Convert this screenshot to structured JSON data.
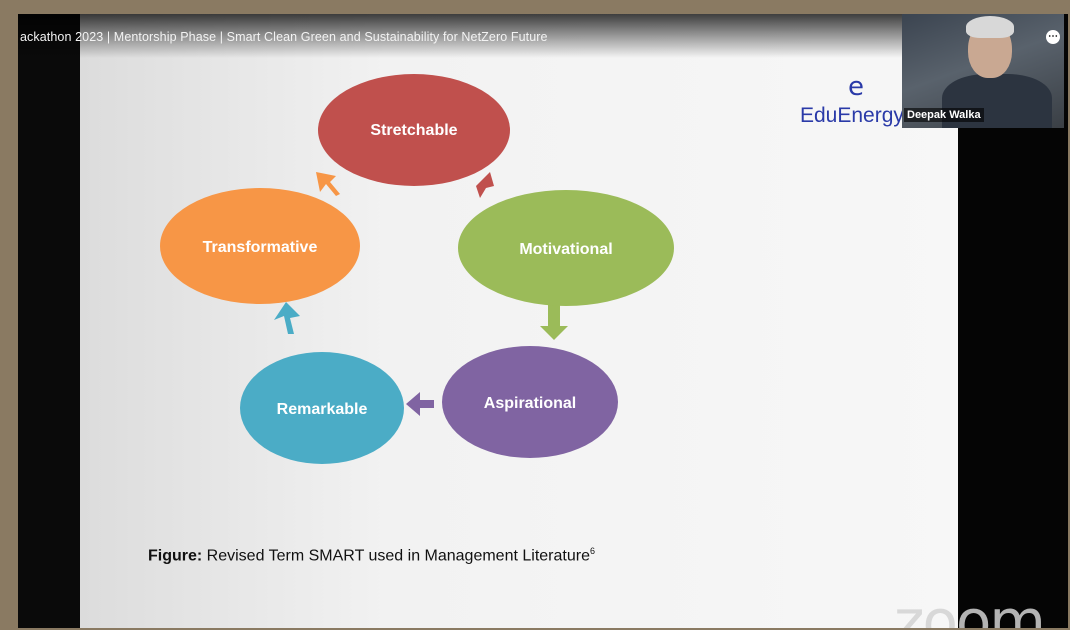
{
  "window": {
    "title": "ackathon 2023 | Mentorship Phase | Smart Clean Green and Sustainability for NetZero Future"
  },
  "logo": {
    "mark": "e",
    "name": "EduEnergy"
  },
  "participant": {
    "name": "Deepak Walka",
    "menu_icon": "more-icon"
  },
  "diagram": {
    "nodes": [
      {
        "id": "stretchable",
        "label": "Stretchable",
        "color": "#c0504d"
      },
      {
        "id": "motivational",
        "label": "Motivational",
        "color": "#9bbb59"
      },
      {
        "id": "aspirational",
        "label": "Aspirational",
        "color": "#8064a2"
      },
      {
        "id": "remarkable",
        "label": "Remarkable",
        "color": "#4bacc6"
      },
      {
        "id": "transformative",
        "label": "Transformative",
        "color": "#f79646"
      }
    ]
  },
  "caption": {
    "prefix": "Figure:",
    "text": " Revised Term SMART used in Management Literature",
    "superscript": "6"
  },
  "watermark": "zoom"
}
